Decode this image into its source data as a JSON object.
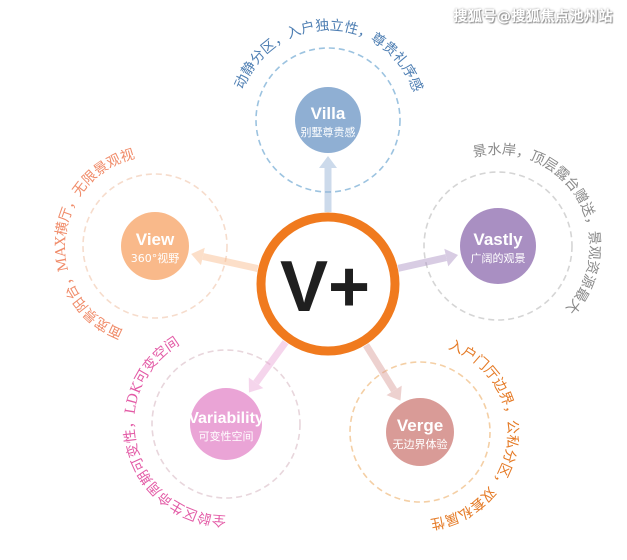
{
  "watermark": "搜狐号@搜狐焦点池州站",
  "center": {
    "label": "V+",
    "color": "#f07a1e"
  },
  "nodes": [
    {
      "id": "villa",
      "title": "Villa",
      "subtitle": "别墅尊贵感",
      "color": "#8fafd3",
      "ring": "#9cc3e0",
      "arc_color": "#4f7fb3",
      "arc_text": "动静分区，入户独立性，尊贵礼序感"
    },
    {
      "id": "vastly",
      "title": "Vastly",
      "subtitle": "广阔的观景",
      "color": "#a98fc2",
      "ring": "#d5d5d5",
      "arc_color": "#8a8a8a",
      "arc_text": "全景水岸，顶层露台赠送，景观资源最大化"
    },
    {
      "id": "verge",
      "title": "Verge",
      "subtitle": "无边界体验",
      "color": "#d99b97",
      "ring": "#f4cfa5",
      "arc_color": "#e57b27",
      "arc_text": "入户门厅边界，公私分区，双套私属性"
    },
    {
      "id": "variability",
      "title": "Variability",
      "subtitle": "可变性空间",
      "color": "#eaa4d6",
      "ring": "#e8d6dc",
      "arc_color": "#e35ba6",
      "arc_text": "全龄区生命周期可变性，LDK可变空间"
    },
    {
      "id": "view",
      "title": "View",
      "subtitle": "360°视野",
      "color": "#f9b98a",
      "ring": "#f6dccc",
      "arc_color": "#f08c6a",
      "arc_text": "双面宽景阳台，MAX横厅，无限景观视野"
    }
  ]
}
